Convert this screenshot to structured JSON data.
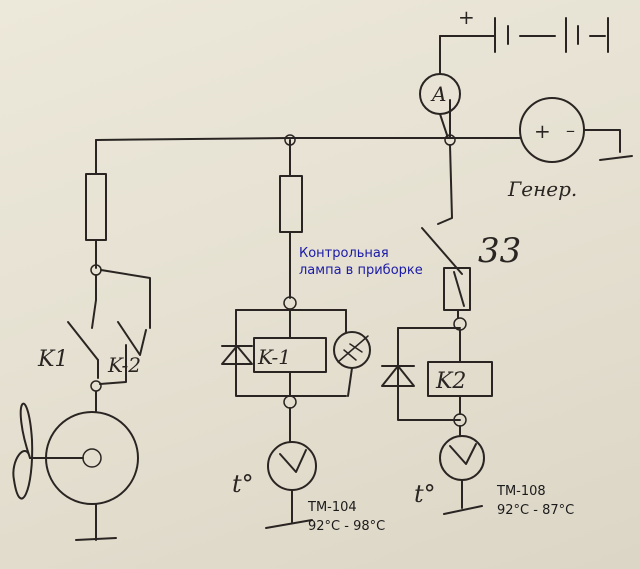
{
  "handwritten": {
    "battery_plus": "+",
    "battery_cells": "|1-- |1-|",
    "ammeter_letter": "A",
    "generator_plus": "+",
    "generator_minus": "–",
    "generator_label": "Генер.",
    "switch_33": "33",
    "relay_k1": "K1",
    "relay_k2_left": "K-2",
    "relay_k1_coil": "K-1",
    "relay_k2_coil": "K2",
    "temp_sensor_1": "t°",
    "temp_sensor_2": "t°"
  },
  "annotations": {
    "lamp_line1": "Контрольная",
    "lamp_line2": "лампа в приборке",
    "sensor1_model": "ТМ-104",
    "sensor1_range": "92°C - 98°C",
    "sensor2_model": "ТМ-108",
    "sensor2_range": "92°C - 87°C"
  },
  "colors": {
    "ink": "#2a2522",
    "annotation_blue": "#1a1aa8",
    "paper": "#e8e3d4"
  }
}
